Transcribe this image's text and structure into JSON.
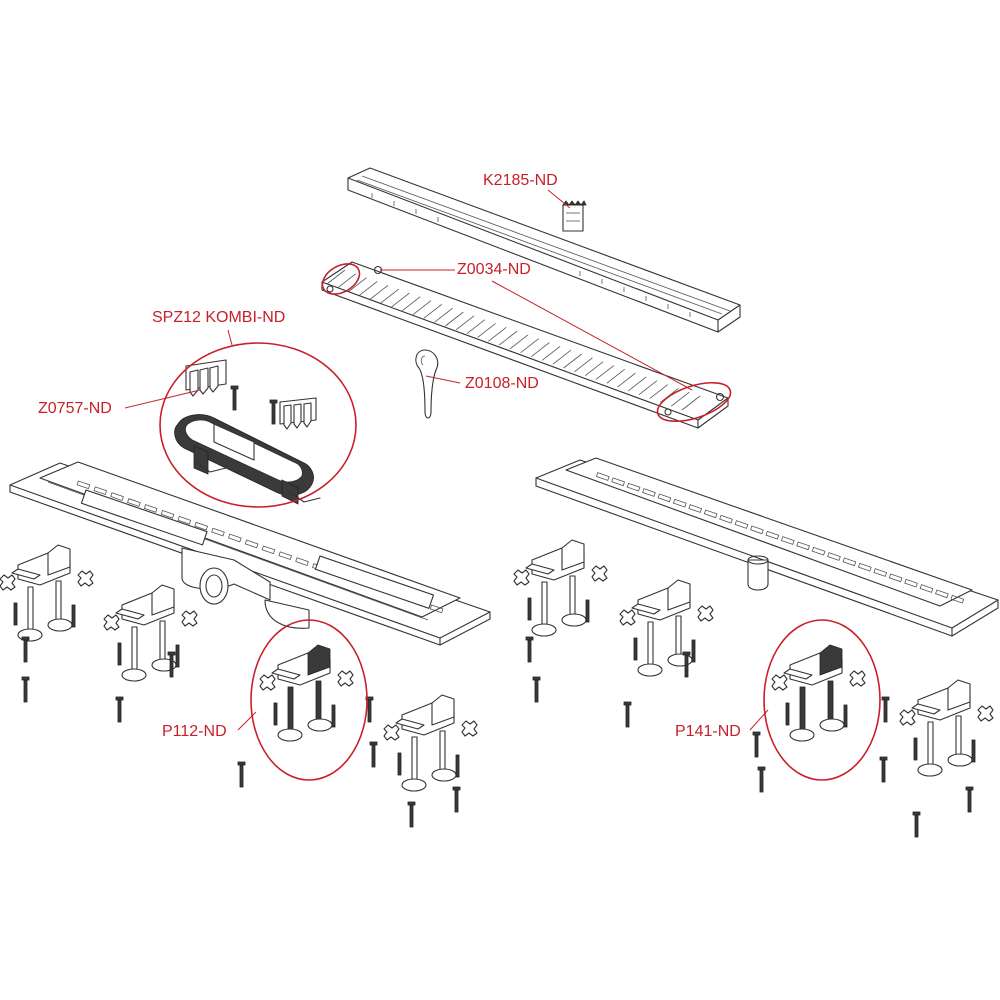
{
  "colors": {
    "label": "#c8202a",
    "line": "#333333",
    "callout": "#c8202a"
  },
  "labels": {
    "k2185": "K2185-ND",
    "z0034": "Z0034-ND",
    "spz12": "SPZ12 KOMBI-ND",
    "z0108": "Z0108-ND",
    "z0757": "Z0757-ND",
    "p112": "P112-ND",
    "p141": "P141-ND"
  }
}
